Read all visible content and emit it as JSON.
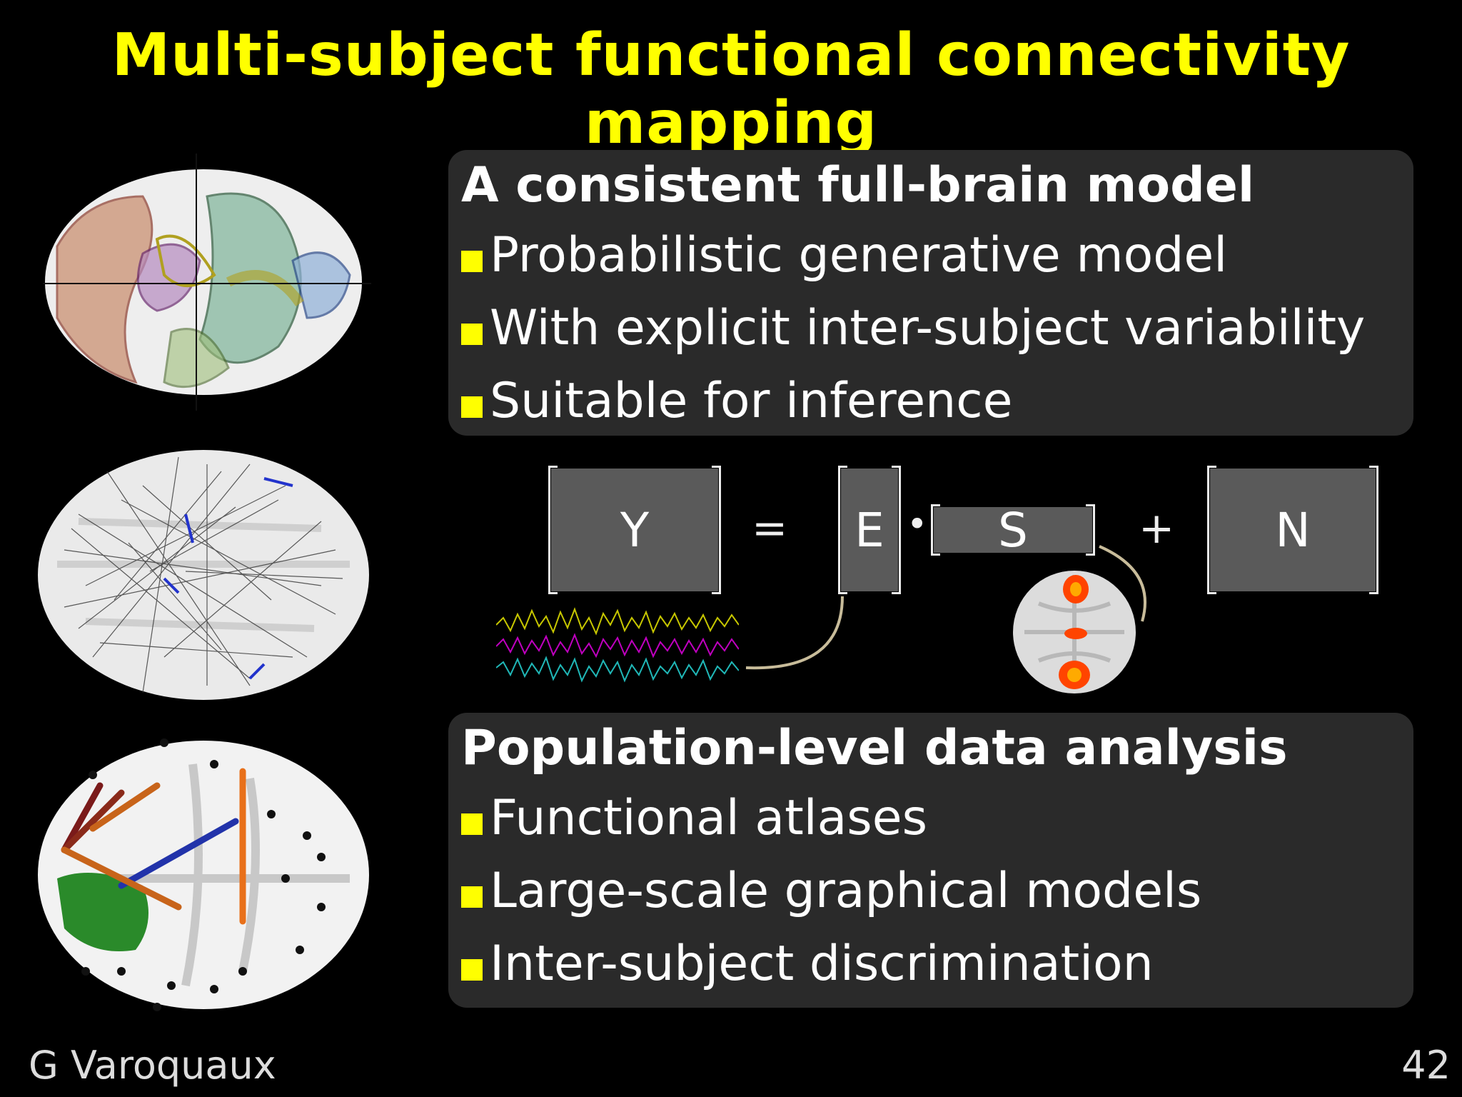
{
  "slide": {
    "title": "Multi-subject functional connectivity mapping",
    "author": "G Varoquaux",
    "page_number": "42"
  },
  "box_top": {
    "heading": "A consistent full-brain model",
    "bullets": [
      "Probabilistic generative model",
      "With explicit inter-subject variability",
      "Suitable for inference"
    ]
  },
  "equation": {
    "Y": "Y",
    "equals": "=",
    "E": "E",
    "dot": "•",
    "S": "S",
    "plus": "+",
    "N": "N"
  },
  "box_bottom": {
    "heading": "Population-level data analysis",
    "bullets": [
      "Functional atlases",
      "Large-scale graphical models",
      "Inter-subject discrimination"
    ]
  },
  "colors": {
    "title": "#ffff00",
    "bullet": "#ffff00",
    "box_bg": "#2a2a2a"
  }
}
